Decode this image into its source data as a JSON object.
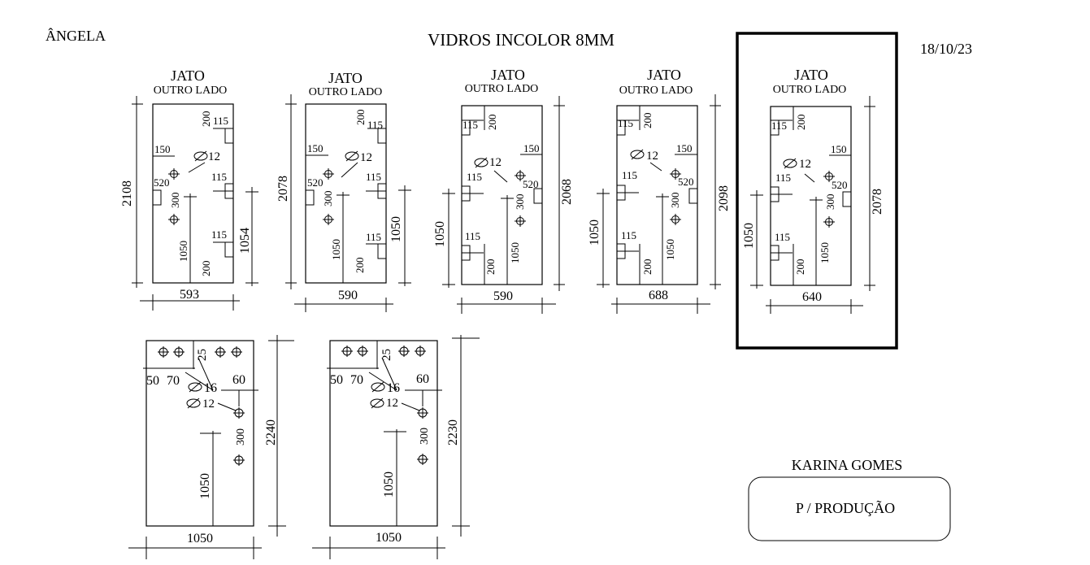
{
  "header": {
    "client": "ÂNGELA",
    "title": "VIDROS INCOLOR 8MM",
    "date": "18/10/23"
  },
  "footer": {
    "name": "KARINA GOMES",
    "purpose": "P / PRODUÇÃO"
  },
  "labels": {
    "jato": "JATO",
    "outro_lado": "OUTRO LADO",
    "d115": "115",
    "d150": "150",
    "d200": "200",
    "d300": "300",
    "d520": "520",
    "d1050": "1050",
    "d25": "25",
    "d50": "50",
    "d70": "70",
    "d60": "60",
    "dia12": "12",
    "dia16": "16"
  },
  "panels": [
    {
      "height": "2108",
      "width": "593",
      "side": "1054"
    },
    {
      "height": "2078",
      "width": "590",
      "side": "1050"
    },
    {
      "height": "2068",
      "width": "590",
      "side": "1050"
    },
    {
      "height": "2098",
      "width": "688",
      "side": "1050"
    },
    {
      "height": "2078",
      "width": "640",
      "side": "1050"
    }
  ],
  "bottom_panels": [
    {
      "height": "2240",
      "width": "1050"
    },
    {
      "height": "2230",
      "width": "1050"
    }
  ]
}
